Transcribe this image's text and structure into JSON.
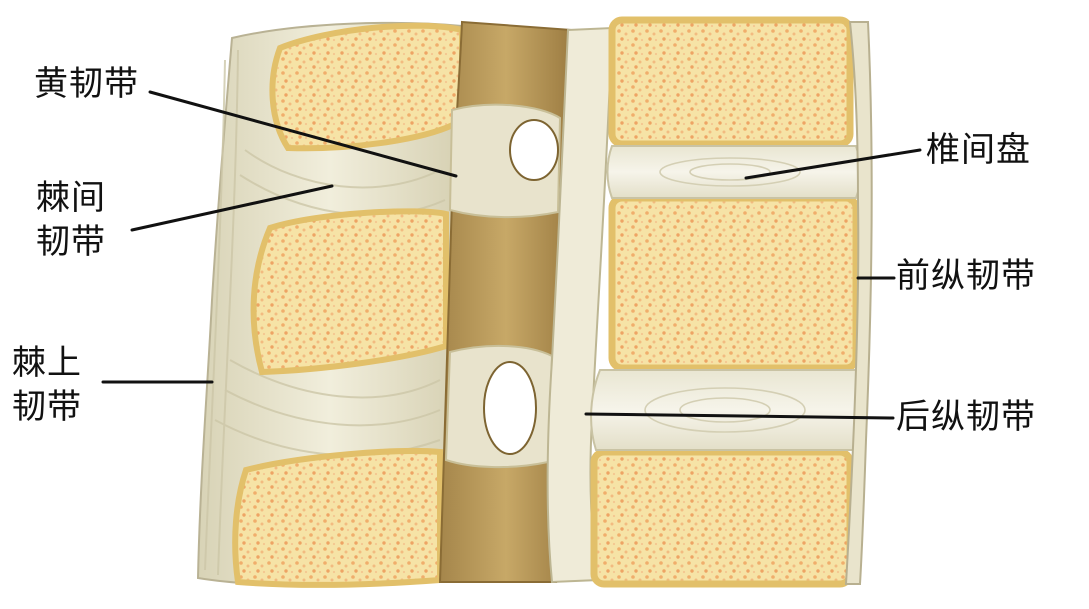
{
  "labels": {
    "ligamentum_flavum": "黄韧带",
    "interspinous_line1": "棘间",
    "interspinous_line2": "韧带",
    "supraspinous_line1": "棘上",
    "supraspinous_line2": "韧带",
    "intervertebral_disc": "椎间盘",
    "anterior_longitudinal": "前纵韧带",
    "posterior_longitudinal": "后纵韧带"
  },
  "colors": {
    "bone_fill": "#f6e2a0",
    "cancellous": "#f2b978",
    "cortex": "#e8c870",
    "ligament": "#ede9d4",
    "ligament_shadow": "#c8c2a4",
    "flavum": "#b99a5a",
    "flavum_dark": "#8c6f36",
    "disc": "#f1efe2",
    "leader_line": "#111111"
  }
}
